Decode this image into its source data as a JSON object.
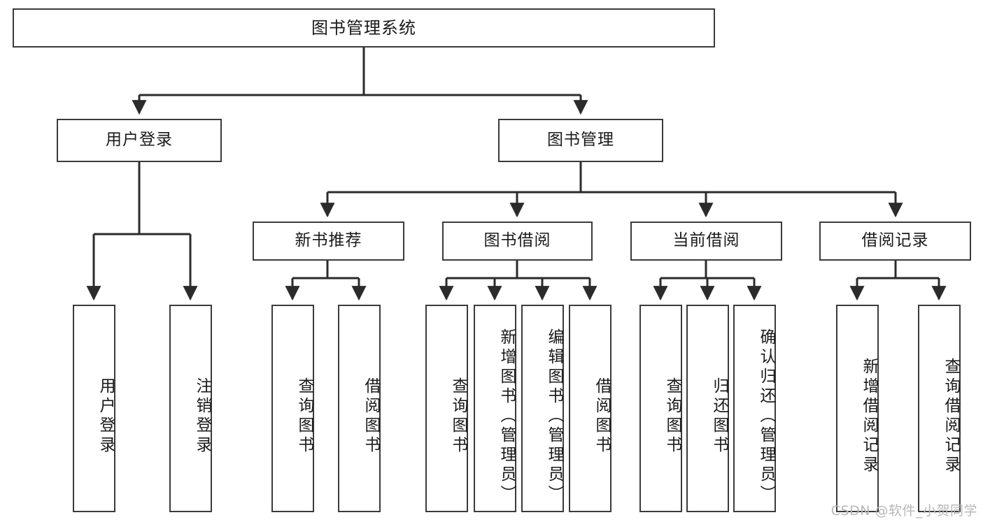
{
  "diagram": {
    "title": "图书管理系统",
    "type": "tree-hierarchy",
    "watermark": "CSDN @软件_小贺同学",
    "colors": {
      "box_border": "#3b3b3b",
      "box_fill": "#ffffff",
      "edge": "#2b2b2b",
      "text": "#1a1a1a",
      "watermark": "#b8b8b8",
      "background": "#ffffff"
    },
    "levels": {
      "level1": "root",
      "level2": "modules",
      "level3": "submodules",
      "level4": "leaf-functions"
    }
  },
  "nodes": {
    "root": {
      "label": "图书管理系统",
      "orientation": "horizontal"
    },
    "user_login": {
      "label": "用户登录",
      "orientation": "horizontal"
    },
    "book_manage": {
      "label": "图书管理",
      "orientation": "horizontal"
    },
    "new_book_rec": {
      "label": "新书推荐",
      "orientation": "horizontal"
    },
    "book_borrow": {
      "label": "图书借阅",
      "orientation": "horizontal"
    },
    "current_borrow": {
      "label": "当前借阅",
      "orientation": "horizontal"
    },
    "borrow_record": {
      "label": "借阅记录",
      "orientation": "horizontal"
    },
    "leaf_user_login": {
      "label": "用户登录",
      "orientation": "vertical"
    },
    "leaf_logout_login": {
      "label": "注销登录",
      "orientation": "vertical"
    },
    "leaf_query_book_1": {
      "label": "查询图书",
      "orientation": "vertical"
    },
    "leaf_borrow_book_1": {
      "label": "借阅图书",
      "orientation": "vertical"
    },
    "leaf_query_book_2": {
      "label": "查询图书",
      "orientation": "vertical"
    },
    "leaf_add_book": {
      "label": "新增图书（管理员）",
      "orientation": "vertical"
    },
    "leaf_edit_book": {
      "label": "编辑图书（管理员）",
      "orientation": "vertical"
    },
    "leaf_borrow_book_2": {
      "label": "借阅图书",
      "orientation": "vertical"
    },
    "leaf_query_book_3": {
      "label": "查询图书",
      "orientation": "vertical"
    },
    "leaf_return_book": {
      "label": "归还图书",
      "orientation": "vertical"
    },
    "leaf_confirm_return": {
      "label": "确认归还（管理员）",
      "orientation": "vertical"
    },
    "leaf_add_record": {
      "label": "新增借阅记录",
      "orientation": "vertical"
    },
    "leaf_query_record": {
      "label": "查询借阅记录",
      "orientation": "vertical"
    }
  },
  "edges": [
    {
      "from": "root",
      "to": "user_login"
    },
    {
      "from": "root",
      "to": "book_manage"
    },
    {
      "from": "user_login",
      "to": "leaf_user_login"
    },
    {
      "from": "user_login",
      "to": "leaf_logout_login"
    },
    {
      "from": "book_manage",
      "to": "new_book_rec"
    },
    {
      "from": "book_manage",
      "to": "book_borrow"
    },
    {
      "from": "book_manage",
      "to": "current_borrow"
    },
    {
      "from": "book_manage",
      "to": "borrow_record"
    },
    {
      "from": "new_book_rec",
      "to": "leaf_query_book_1"
    },
    {
      "from": "new_book_rec",
      "to": "leaf_borrow_book_1"
    },
    {
      "from": "book_borrow",
      "to": "leaf_query_book_2"
    },
    {
      "from": "book_borrow",
      "to": "leaf_add_book"
    },
    {
      "from": "book_borrow",
      "to": "leaf_edit_book"
    },
    {
      "from": "book_borrow",
      "to": "leaf_borrow_book_2"
    },
    {
      "from": "current_borrow",
      "to": "leaf_query_book_3"
    },
    {
      "from": "current_borrow",
      "to": "leaf_return_book"
    },
    {
      "from": "current_borrow",
      "to": "leaf_confirm_return"
    },
    {
      "from": "borrow_record",
      "to": "leaf_add_record"
    },
    {
      "from": "borrow_record",
      "to": "leaf_query_record"
    }
  ]
}
